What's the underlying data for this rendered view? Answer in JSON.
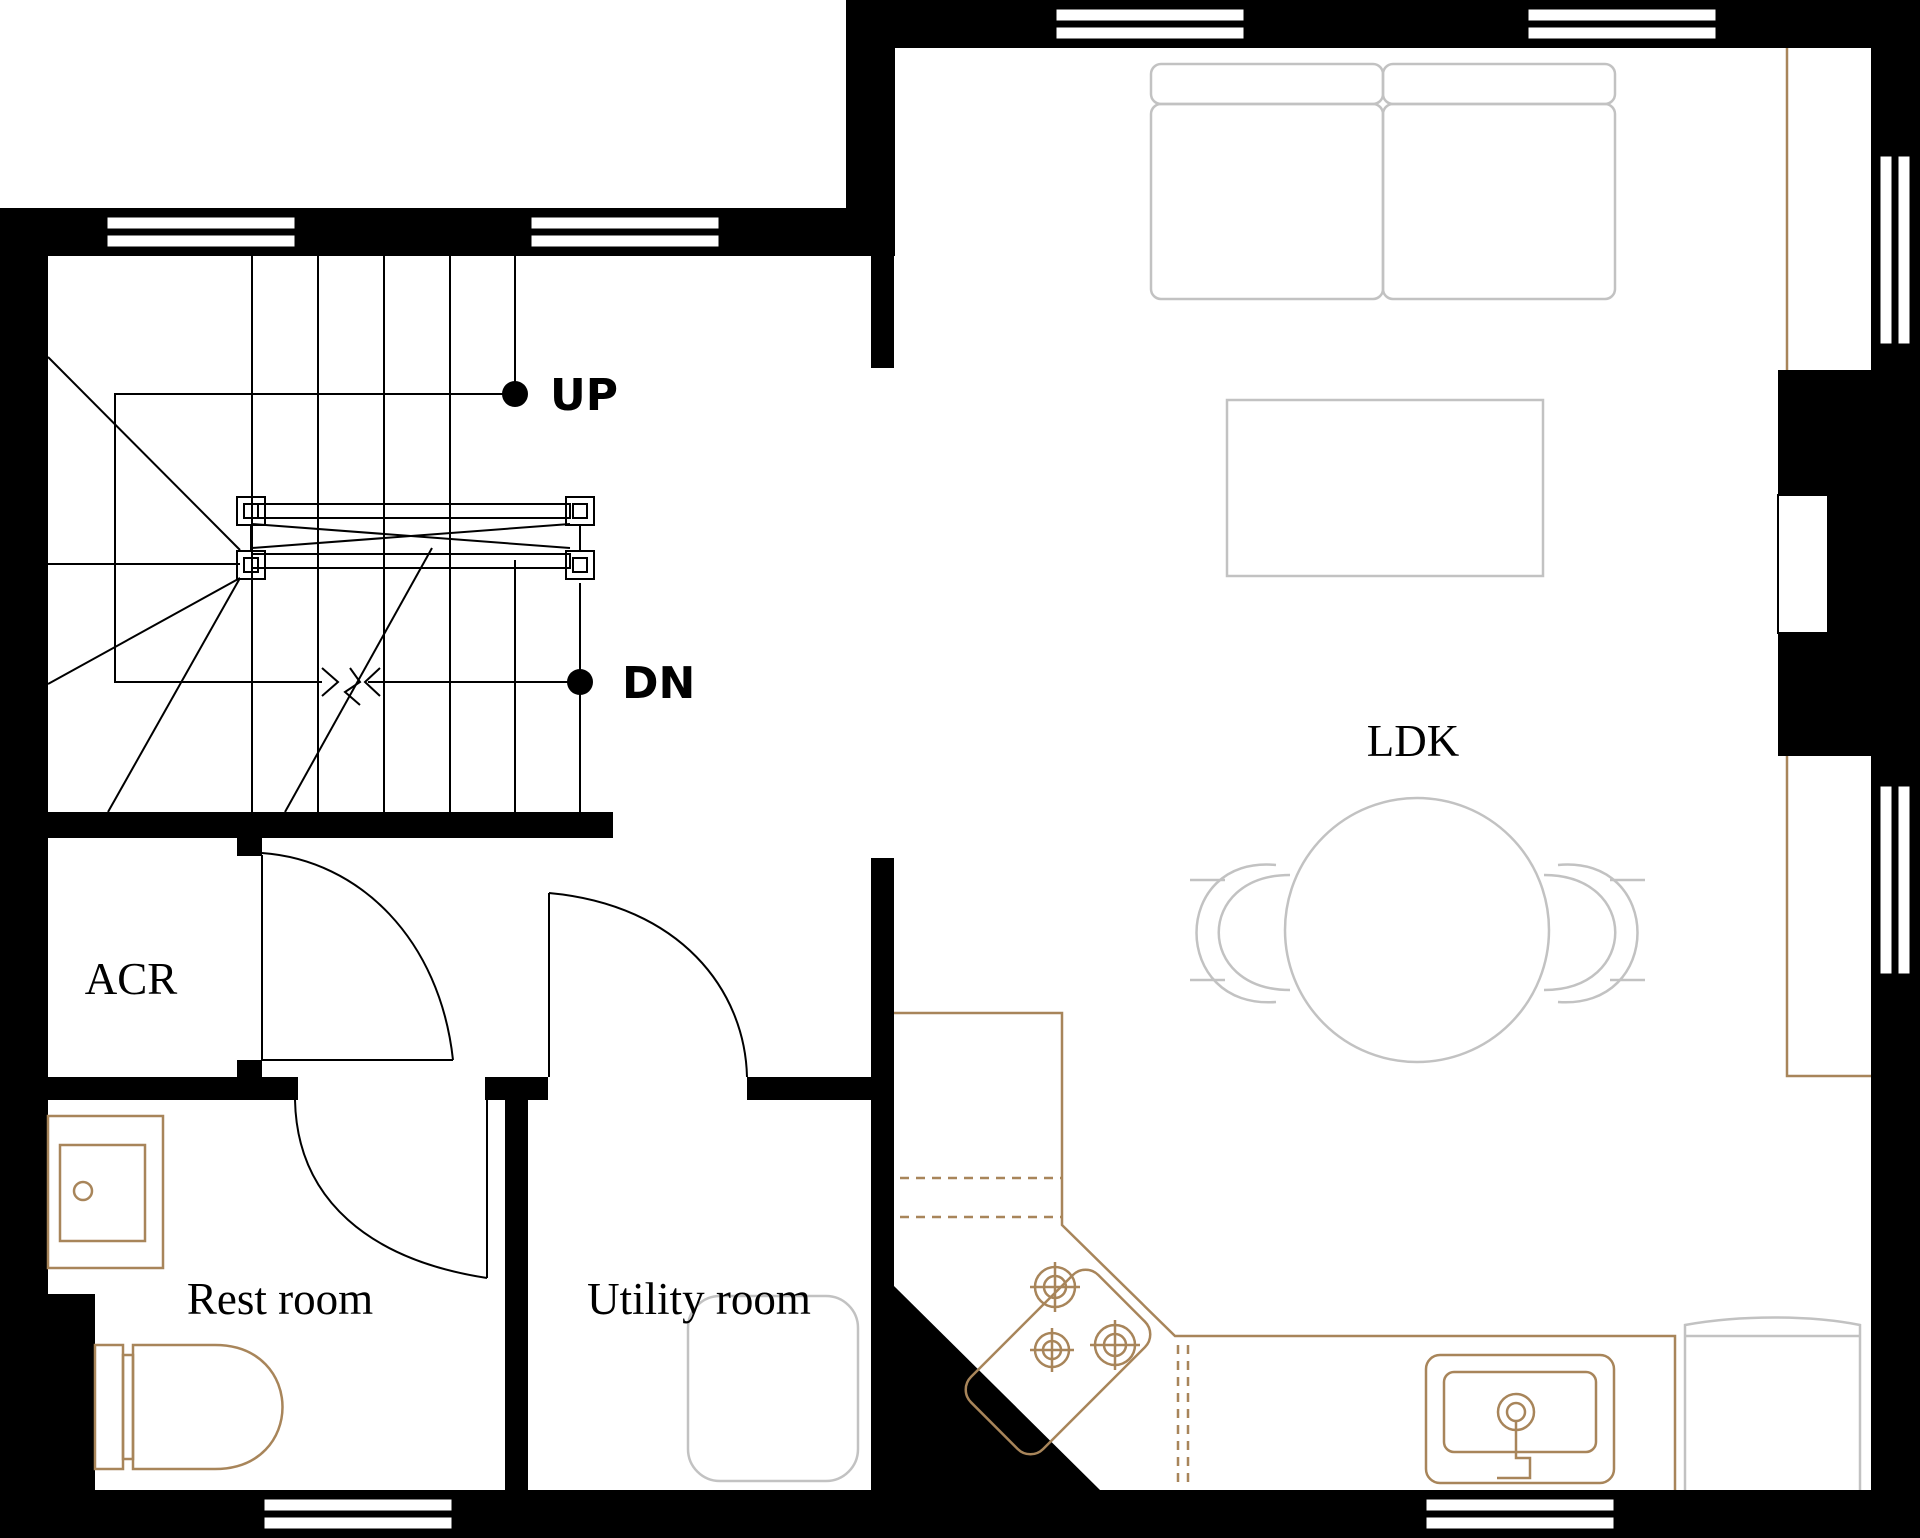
{
  "plan": {
    "rooms": {
      "ldk": "LDK",
      "acr": "ACR",
      "rest_room": "Rest room",
      "utility_room": "Utility room"
    },
    "stairs": {
      "up": "UP",
      "down": "DN"
    },
    "colors": {
      "wall": "#000000",
      "fixture": "#a8855a",
      "furniture": "#c2c2c2",
      "background": "#ffffff"
    }
  }
}
